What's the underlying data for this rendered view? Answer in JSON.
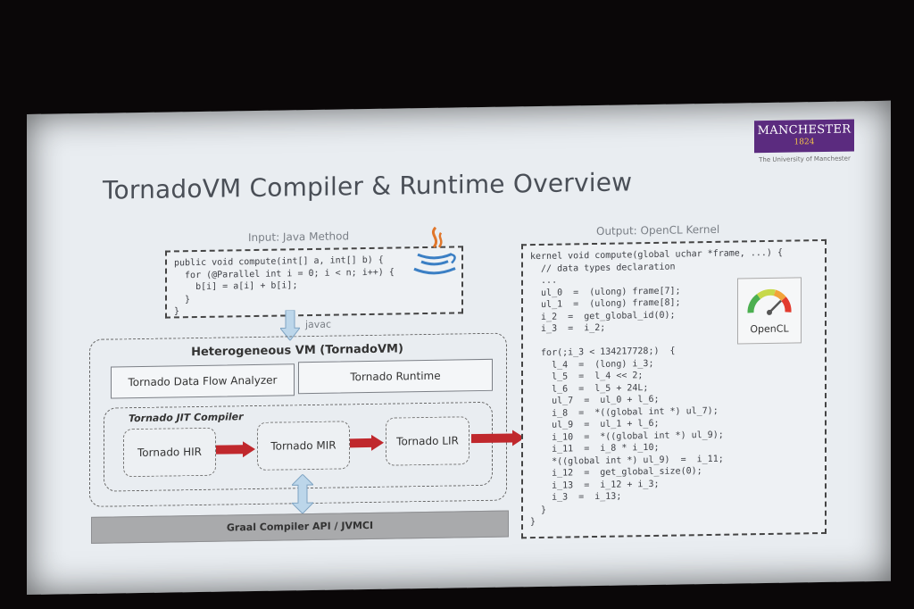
{
  "slide": {
    "title": "TornadoVM Compiler & Runtime Overview",
    "logo": {
      "name": "MANCHESTER",
      "year": "1824",
      "subtitle": "The University of Manchester"
    }
  },
  "input": {
    "caption": "Input: Java Method",
    "code": "public void compute(int[] a, int[] b) {\n  for (@Parallel int i = 0; i < n; i++) {\n    b[i] = a[i] + b[i];\n  }\n}",
    "javac_label": "javac"
  },
  "vm": {
    "title": "Heterogeneous VM (TornadoVM)",
    "data_flow_analyzer": "Tornado Data Flow Analyzer",
    "runtime": "Tornado Runtime",
    "jit_title": "Tornado JIT Compiler",
    "stages": [
      "Tornado HIR",
      "Tornado MIR",
      "Tornado LIR"
    ]
  },
  "graal": {
    "label": "Graal Compiler API / JVMCI"
  },
  "output": {
    "caption": "Output: OpenCL Kernel",
    "code": "kernel void compute(global uchar *frame, ...) {\n  // data types declaration\n  ...\n  ul_0  =  (ulong) frame[7];\n  ul_1  =  (ulong) frame[8];\n  i_2  =  get_global_id(0);\n  i_3  =  i_2;\n\n  for(;i_3 < 134217728;)  {\n    l_4  =  (long) i_3;\n    l_5  =  l_4 << 2;\n    l_6  =  l_5 + 24L;\n    ul_7  =  ul_0 + l_6;\n    i_8  =  *((global int *) ul_7);\n    ul_9  =  ul_1 + l_6;\n    i_10  =  *((global int *) ul_9);\n    i_11  =  i_8 * i_10;\n    *((global int *) ul_9)  =  i_11;\n    i_12  =  get_global_size(0);\n    i_13  =  i_12 + i_3;\n    i_3  =  i_13;\n  }\n}",
    "opencl_label": "OpenCL"
  },
  "colors": {
    "logo": "#5b2b7f",
    "arrow_red": "#c0282d",
    "arrow_blue": "#bcd6ea"
  }
}
